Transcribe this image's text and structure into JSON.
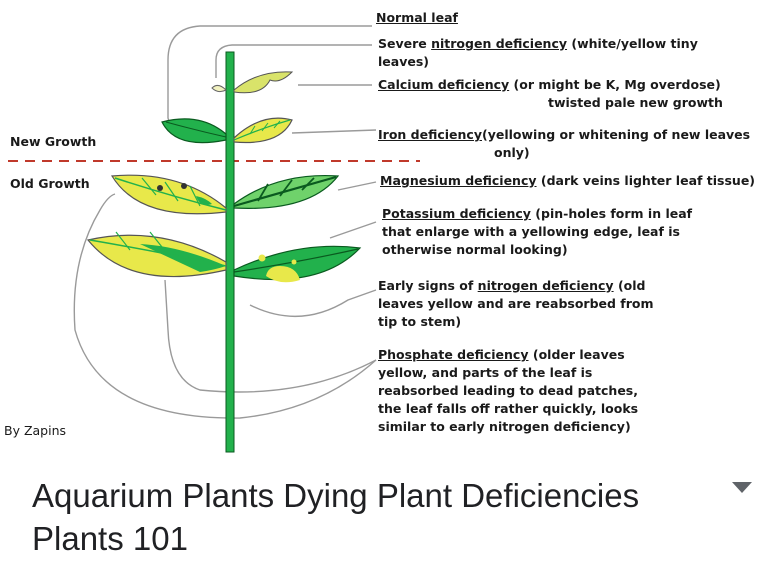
{
  "diagram": {
    "labels": {
      "new_growth": "New Growth",
      "old_growth": "Old Growth",
      "credit": "By Zapins",
      "normal_leaf": "Normal leaf",
      "severe_n_1": "Severe",
      "severe_n_2": "nitrogen deficiency",
      "severe_n_3": "(white/yellow tiny",
      "severe_n_4": "leaves)",
      "calcium_1": "Calcium deficiency",
      "calcium_2": "(or might be K, Mg overdose)",
      "calcium_3": "twisted pale new growth",
      "iron_1": "Iron deficiency",
      "iron_2": "(yellowing or whitening of new leaves",
      "iron_3": "only)",
      "magnesium_1": "Magnesium deficiency",
      "magnesium_2": "(dark veins lighter leaf tissue)",
      "potassium_1": "Potassium deficiency",
      "potassium_2": "(pin-holes form in leaf",
      "potassium_3": "that enlarge with a yellowing edge, leaf is",
      "potassium_4": "otherwise normal looking)",
      "early_n_1": "Early signs of",
      "early_n_2": "nitrogen deficiency",
      "early_n_3": "(old",
      "early_n_4": "leaves yellow and are reabsorbed from",
      "early_n_5": "tip to stem)",
      "phosphate_1": "Phosphate deficiency",
      "phosphate_2": "(older leaves",
      "phosphate_3": "yellow, and parts of the leaf is",
      "phosphate_4": "reabsorbed leading to dead patches,",
      "phosphate_5": "the leaf falls off rather quickly, looks",
      "phosphate_6": "similar to early nitrogen deficiency)"
    },
    "colors": {
      "stem": "#22b14c",
      "leaf_green": "#22b14c",
      "leaf_yellow": "#e8e84a",
      "leaf_pale": "#d9e36a",
      "divider": "#c0392b",
      "connector": "#9a9a9a"
    }
  },
  "caption": {
    "title": "Aquarium Plants Dying Plant Deficiencies Plants 101"
  },
  "icons": {
    "dropdown": "chevron-down-icon"
  }
}
